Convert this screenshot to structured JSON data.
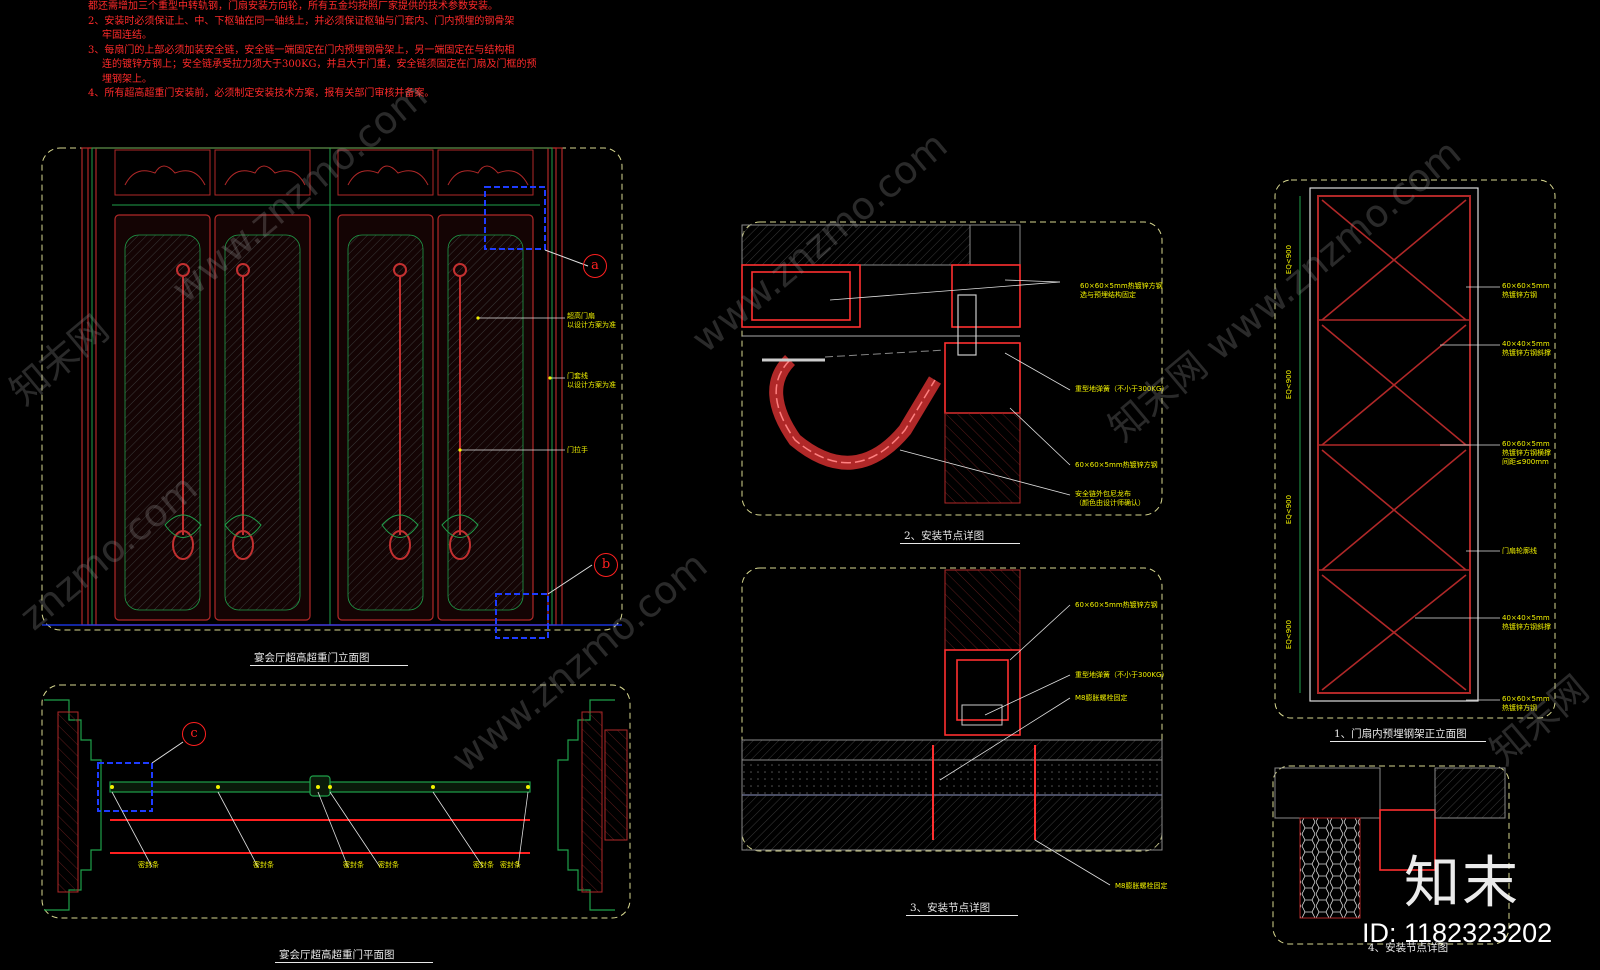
{
  "notes": [
    "都还需增加三个重型中转轨钢，门扇安装方向轮，所有五金均按照厂家提供的技术参数安装。",
    "2、安装时必须保证上、中、下枢轴在同一轴线上，并必须保证枢轴与门套内、门内预埋的钢骨架",
    "牢固连结。",
    "3、每扇门的上部必须加装安全链，安全链一端固定在门内预埋钢骨架上，另一端固定在与结构相",
    "连的镀锌方钢上；安全链承受拉力须大于300KG，并且大于门重，安全链须固定在门扇及门框的预",
    "埋钢架上。",
    "4、所有超高超重门安装前，必须制定安装技术方案，报有关部门审核并备案。"
  ],
  "captions": {
    "elevation": "宴会厅超高超重门立面图",
    "plan": "宴会厅超高超重门平面图",
    "node2": "2、安装节点详图",
    "node3": "3、安装节点详图",
    "frame": "1、门扇内预埋钢架正立面图",
    "node4": "4、安装节点详图"
  },
  "tags": {
    "a": "a",
    "b": "b",
    "c": "c"
  },
  "elevation_labels": {
    "door_leaf": "超高门扇\n以设计方案为准",
    "door_trim": "门套线\n以设计方案为准",
    "handle": "门拉手"
  },
  "plan_labels": [
    "密封条",
    "密封条",
    "密封条",
    "密封条",
    "密封条",
    "密封条"
  ],
  "node2_labels": {
    "l1": "60×60×5mm热镀锌方钢\n选与预埋结构固定",
    "l2": "重型地弹簧（不小于300KG）",
    "l3": "60×60×5mm热镀锌方钢",
    "l4": "安全链外包尼龙布\n（颜色由设计师确认）"
  },
  "node3_labels": {
    "l1": "60×60×5mm热镀锌方钢",
    "l2": "重型地弹簧（不小于300KG）",
    "l3": "M8膨胀螺栓固定",
    "l4": "M8膨胀螺栓固定"
  },
  "frame_labels": {
    "l1": "60×60×5mm\n热镀锌方钢",
    "l2": "40×40×5mm\n热镀锌方钢斜撑",
    "l3": "60×60×5mm\n热镀锌方钢横撑\n间距≤900mm",
    "l4": "门扇轮廓线",
    "l5": "40×40×5mm\n热镀锌方钢斜撑",
    "l6": "60×60×5mm\n热镀锌方钢",
    "dims": [
      "EQ<900",
      "EQ<900",
      "EQ<900",
      "EQ<900"
    ]
  },
  "watermarks": [
    "www.znzmo.com",
    "知末网",
    "www.znzmo.com",
    "知末网 www.znzmo.com",
    "znzmo.com",
    "www.znzmo.com",
    "知末网"
  ],
  "brand": {
    "logo": "知末",
    "id": "ID: 1182323202"
  },
  "colors": {
    "note_red": "#ff2a2a",
    "label_yellow": "#f2f200",
    "detail_blue": "#1e3cff",
    "frame_red": "#b02828",
    "line_green": "#1fa04a"
  }
}
